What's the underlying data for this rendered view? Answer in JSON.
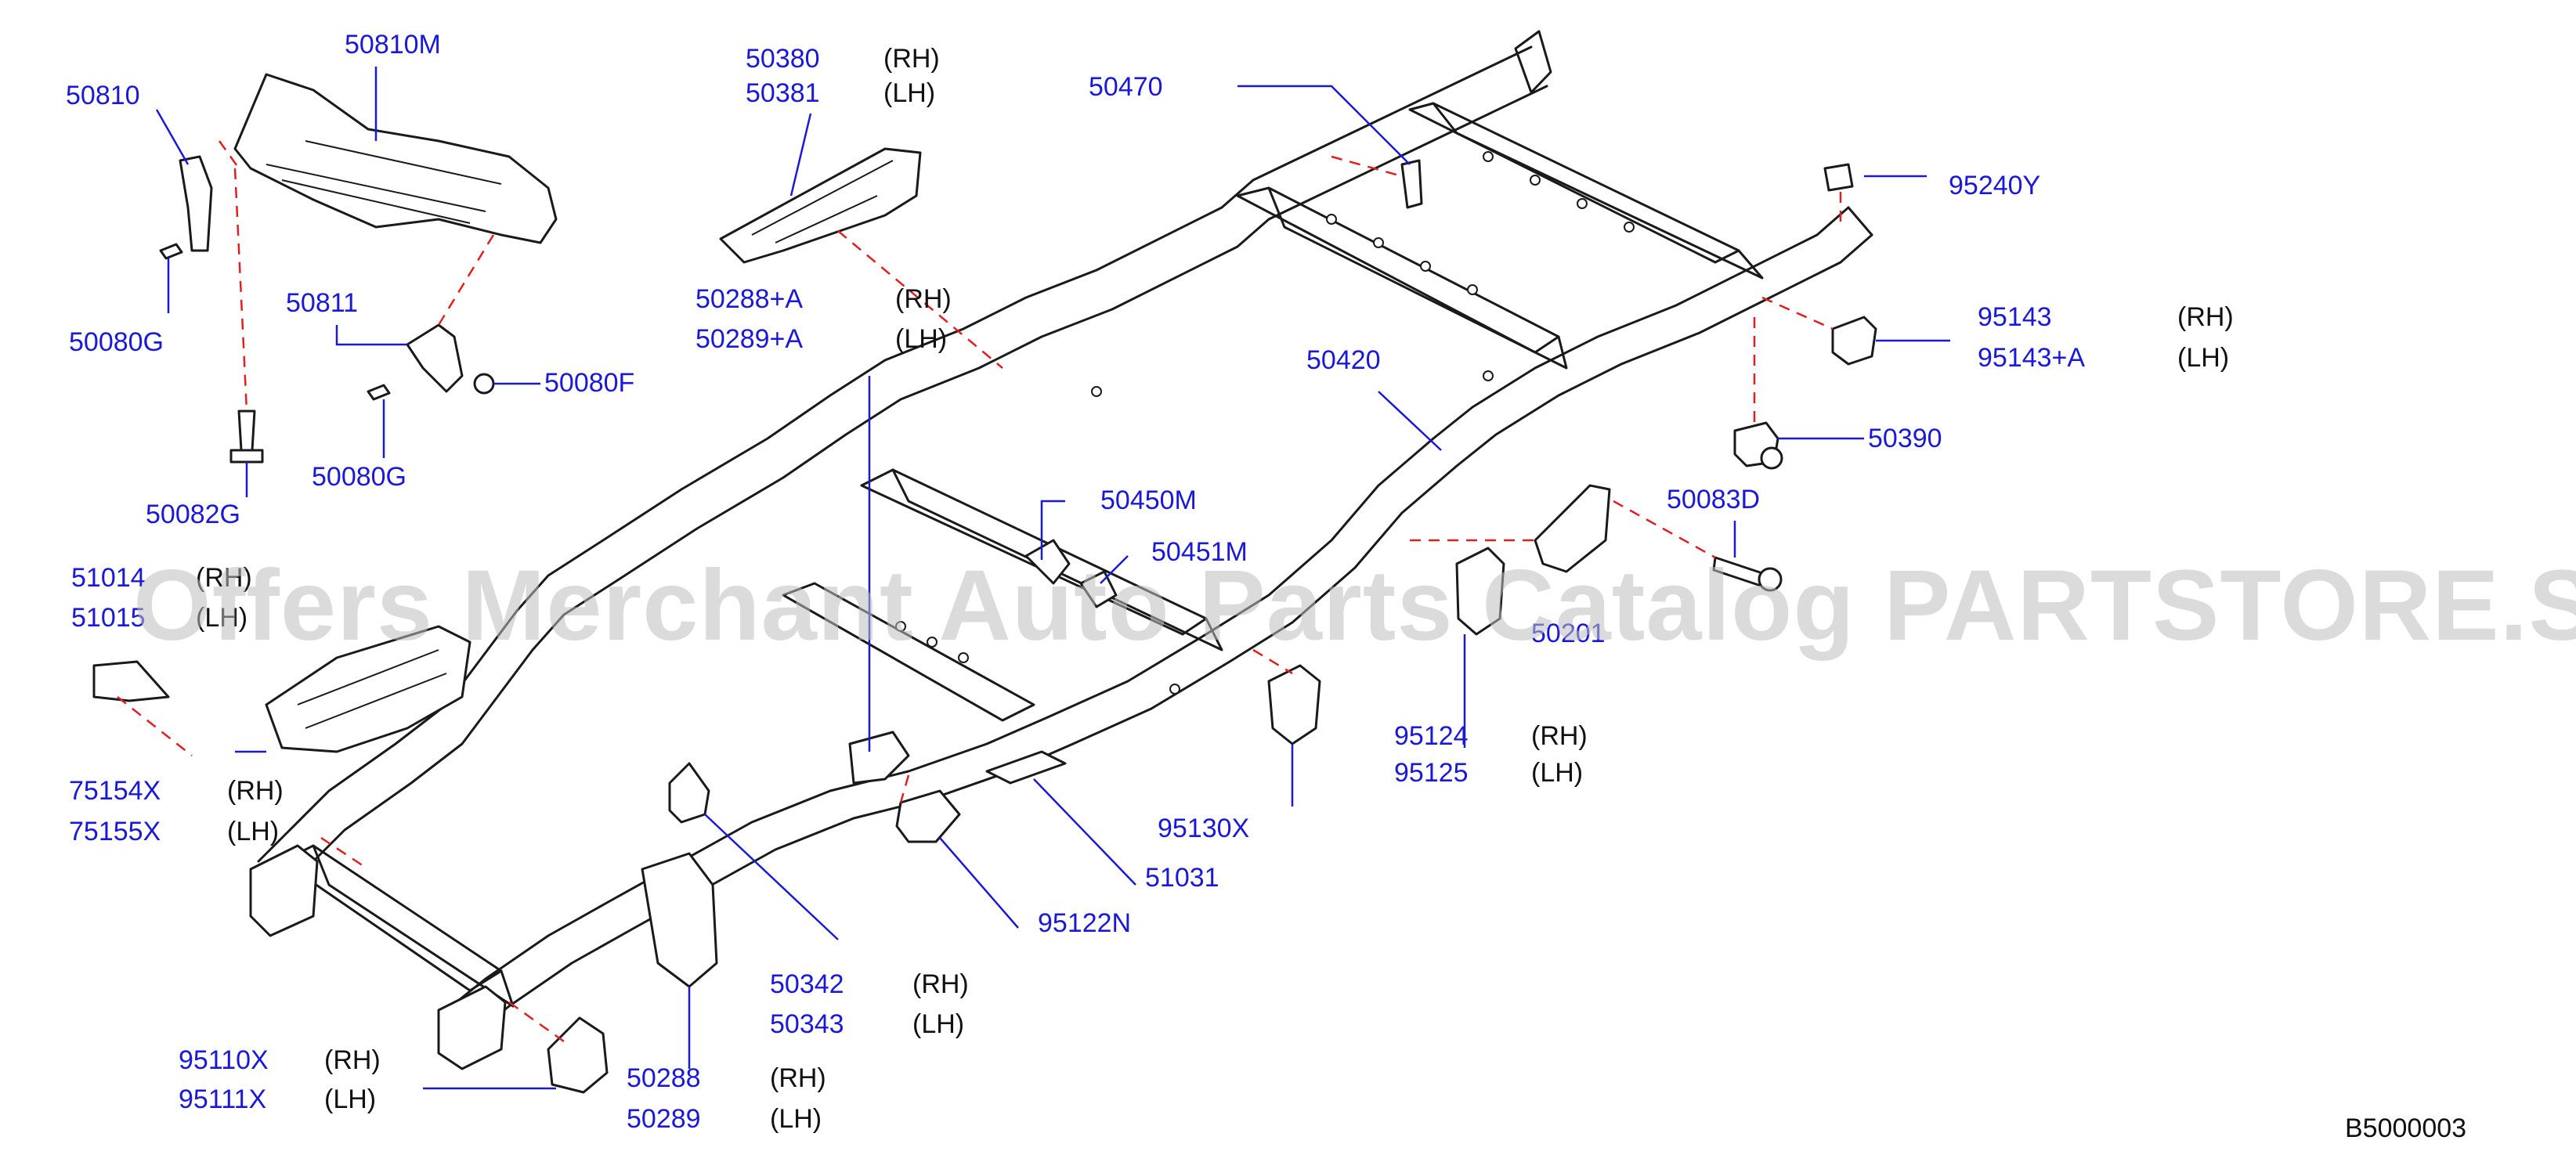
{
  "diagram": {
    "image_code": "B5000003",
    "watermark": "Offers Merchant Auto Parts Catalog PARTSTORE.SA",
    "colors": {
      "label": "#1a1ad6",
      "leader": "#1a1ad6",
      "dashed": "#e02020",
      "line_art": "#1a1a1a",
      "watermark": "#bebebe"
    },
    "callouts": [
      {
        "id": "c-50810M",
        "part": "50810M",
        "side": ""
      },
      {
        "id": "c-50810",
        "part": "50810",
        "side": ""
      },
      {
        "id": "c-50080G-a",
        "part": "50080G",
        "side": ""
      },
      {
        "id": "c-50811",
        "part": "50811",
        "side": ""
      },
      {
        "id": "c-50080F",
        "part": "50080F",
        "side": ""
      },
      {
        "id": "c-50080G-b",
        "part": "50080G",
        "side": ""
      },
      {
        "id": "c-50082G",
        "part": "50082G",
        "side": ""
      },
      {
        "id": "c-50380",
        "part": "50380",
        "side": "(RH)"
      },
      {
        "id": "c-50381",
        "part": "50381",
        "side": "(LH)"
      },
      {
        "id": "c-50288A",
        "part": "50288+A",
        "side": "(RH)"
      },
      {
        "id": "c-50289A",
        "part": "50289+A",
        "side": "(LH)"
      },
      {
        "id": "c-50470",
        "part": "50470",
        "side": ""
      },
      {
        "id": "c-95240Y",
        "part": "95240Y",
        "side": ""
      },
      {
        "id": "c-95143",
        "part": "95143",
        "side": "(RH)"
      },
      {
        "id": "c-95143A",
        "part": "95143+A",
        "side": "(LH)"
      },
      {
        "id": "c-50420",
        "part": "50420",
        "side": ""
      },
      {
        "id": "c-50390",
        "part": "50390",
        "side": ""
      },
      {
        "id": "c-50083D",
        "part": "50083D",
        "side": ""
      },
      {
        "id": "c-50450M",
        "part": "50450M",
        "side": ""
      },
      {
        "id": "c-50451M",
        "part": "50451M",
        "side": ""
      },
      {
        "id": "c-50201",
        "part": "50201",
        "side": ""
      },
      {
        "id": "c-51014",
        "part": "51014",
        "side": "(RH)"
      },
      {
        "id": "c-51015",
        "part": "51015",
        "side": "(LH)"
      },
      {
        "id": "c-95124",
        "part": "95124",
        "side": "(RH)"
      },
      {
        "id": "c-95125",
        "part": "95125",
        "side": "(LH)"
      },
      {
        "id": "c-75154X",
        "part": "75154X",
        "side": "(RH)"
      },
      {
        "id": "c-75155X",
        "part": "75155X",
        "side": "(LH)"
      },
      {
        "id": "c-95130X",
        "part": "95130X",
        "side": ""
      },
      {
        "id": "c-51031",
        "part": "51031",
        "side": ""
      },
      {
        "id": "c-95122N",
        "part": "95122N",
        "side": ""
      },
      {
        "id": "c-50342",
        "part": "50342",
        "side": "(RH)"
      },
      {
        "id": "c-50343",
        "part": "50343",
        "side": "(LH)"
      },
      {
        "id": "c-95110X",
        "part": "95110X",
        "side": "(RH)"
      },
      {
        "id": "c-95111X",
        "part": "95111X",
        "side": "(LH)"
      },
      {
        "id": "c-50288",
        "part": "50288",
        "side": "(RH)"
      },
      {
        "id": "c-50289",
        "part": "50289",
        "side": "(LH)"
      }
    ]
  }
}
